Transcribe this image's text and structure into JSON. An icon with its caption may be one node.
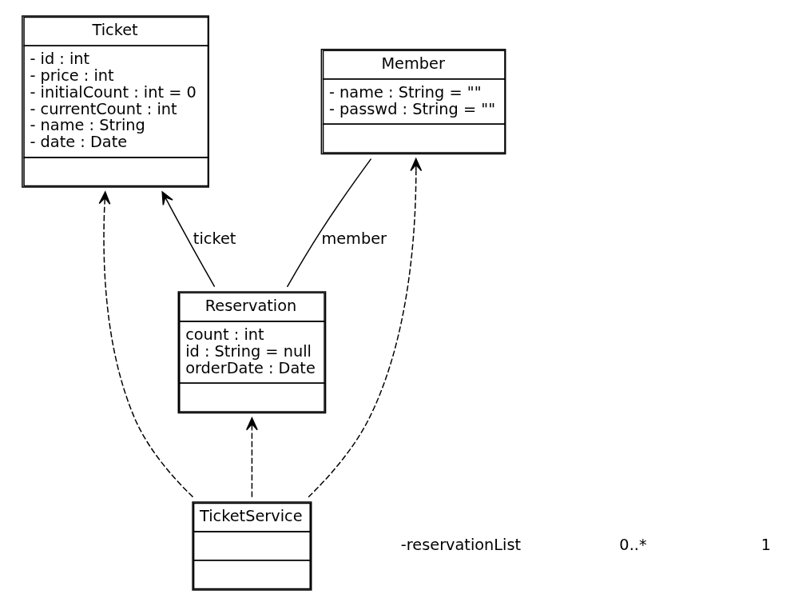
{
  "diagram": {
    "nodes": [
      {
        "text": [
          "Ticket",
          "- id : int",
          "- price : int",
          "- initialCount : int = 0",
          "- currentCount : int",
          "- name : String",
          "- date : Date"
        ]
      },
      {
        "text": [
          "Reservation",
          "count : int",
          "id : String = null",
          "orderDate : Date"
        ]
      },
      {
        "text": [
          "TicketService"
        ]
      },
      {
        "text": [
          "Member",
          "- name : String = \"\"",
          "- passwd : String = \"\""
        ]
      }
    ],
    "edges": [
      {
        "from": 1,
        "to": 0,
        "arrow": "to",
        "label": "ticket"
      },
      {
        "from": 2,
        "to": 0,
        "arrow": "to",
        "style": "dashed"
      },
      {
        "from": 2,
        "to": 1,
        "arrow": "to",
        "style": "dashed"
      },
      {
        "from": 1,
        "to": 3,
        "arrow": "none",
        "label": "member"
      },
      {
        "from": 2,
        "to": 3,
        "arrow": "to",
        "style": "dashed"
      }
    ],
    "labels": [
      "-reservationList",
      "0..*",
      "1"
    ]
  }
}
